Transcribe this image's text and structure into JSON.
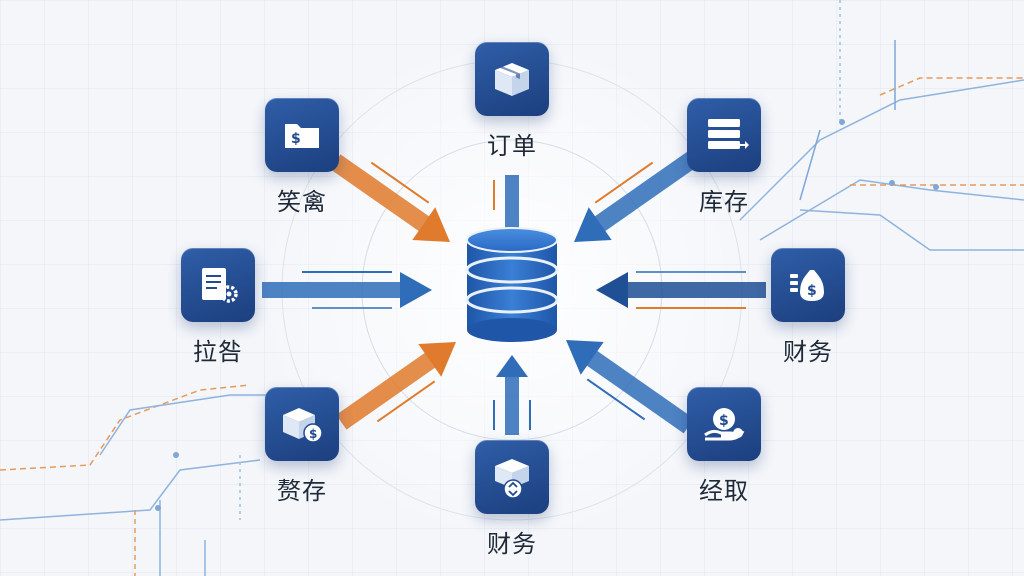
{
  "colors": {
    "tile": "#224a8f",
    "arrow_blue": "#2f6db8",
    "arrow_orange": "#e07a2c",
    "db_blue": "#2a68c4"
  },
  "center": {
    "icon": "database-icon"
  },
  "nodes": [
    {
      "id": "top",
      "label": "订单",
      "icon": "box-icon"
    },
    {
      "id": "top-left",
      "label": "笑禽",
      "icon": "folder-dollar-icon"
    },
    {
      "id": "top-right",
      "label": "库存",
      "icon": "server-rack-icon"
    },
    {
      "id": "left",
      "label": "拉咎",
      "icon": "document-gear-icon"
    },
    {
      "id": "right",
      "label": "财务",
      "icon": "money-bag-icon"
    },
    {
      "id": "bottom-left",
      "label": "赘存",
      "icon": "box-dollar-icon"
    },
    {
      "id": "bottom",
      "label": "财务",
      "icon": "box-exchange-icon"
    },
    {
      "id": "bottom-right",
      "label": "经取",
      "icon": "coin-hand-icon"
    }
  ]
}
